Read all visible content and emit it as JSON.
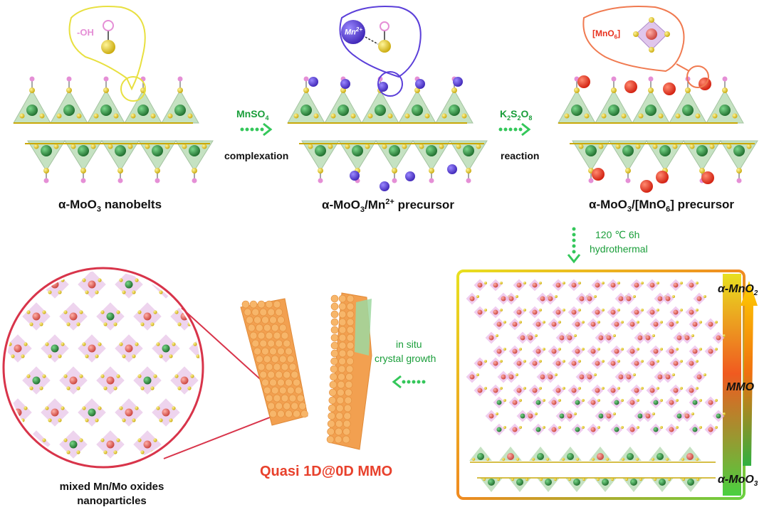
{
  "stages": {
    "stage1": "α-MoO",
    "stage1_sub": "3",
    "stage1_tail": " nanobelts",
    "stage2_a": "α-MoO",
    "stage2_sub": "3",
    "stage2_b": "/Mn",
    "stage2_sup": "2+",
    "stage2_tail": " precursor",
    "stage3_a": "α-MoO",
    "stage3_sub": "3",
    "stage3_b": "/[MnO",
    "stage3_sub2": "6",
    "stage3_tail": "] precursor"
  },
  "callouts": {
    "oh": "-OH",
    "mn": "Mn",
    "mn_sup": "2+",
    "mno_a": "[MnO",
    "mno_sub": "6",
    "mno_b": "]"
  },
  "steps": {
    "step1_top_a": "MnSO",
    "step1_top_sub": "4",
    "step1_bottom": "complexation",
    "step2_top_a": "K",
    "step2_top_sub1": "2",
    "step2_top_b": "S",
    "step2_top_sub2": "2",
    "step2_top_c": "O",
    "step2_top_sub3": "8",
    "step2_bottom": "reaction",
    "step3_line1": "120 ℃ 6h",
    "step3_line2": "hydrothermal",
    "step4_line1": "in situ",
    "step4_line2": "crystal growth"
  },
  "bottom": {
    "nanoparticles_line1": "mixed Mn/Mo oxides",
    "nanoparticles_line2": "nanoparticles",
    "quasi": "Quasi 1D@0D MMO"
  },
  "gradient_axis": {
    "top_a": "α-MnO",
    "top_sub": "2",
    "middle": "MMO",
    "bottom_a": "α-MoO",
    "bottom_sub": "3"
  },
  "colors": {
    "mo_green": "#2e8b3e",
    "oxygen_yellow": "#e6c71a",
    "hydrogen_pink": "#e58fd6",
    "mn2_purple": "#5b3fd9",
    "mno6_red": "#e8311e",
    "arrow_green": "#34c75a",
    "particle_orange": "#f2a050"
  }
}
